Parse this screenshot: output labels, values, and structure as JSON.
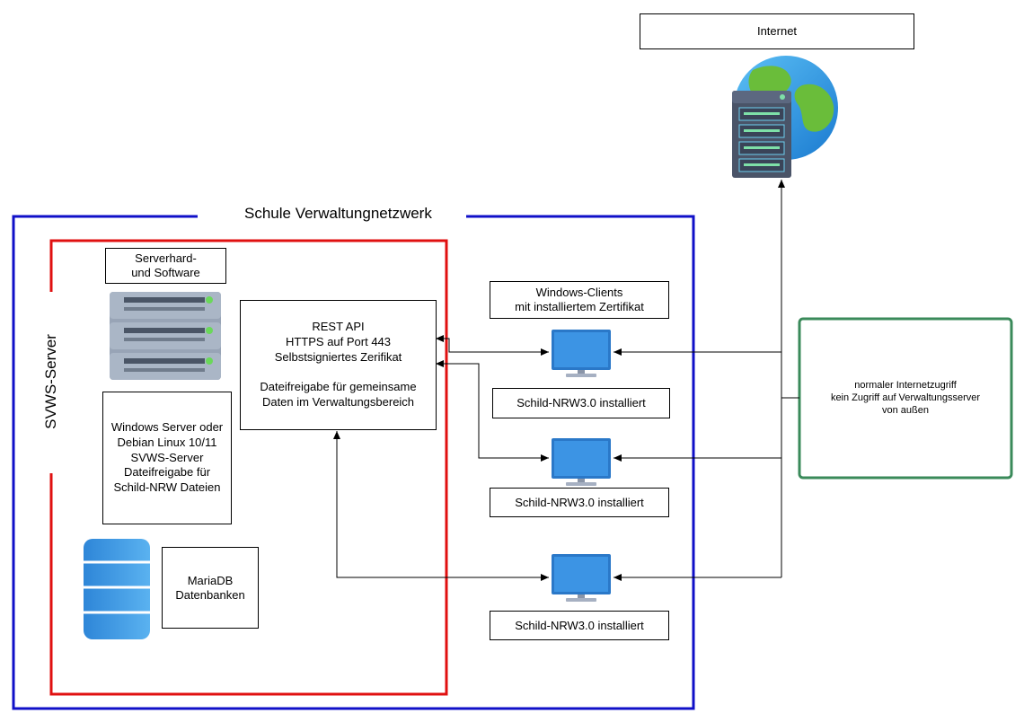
{
  "internet": {
    "label": "Internet"
  },
  "network": {
    "title": "Schule Verwaltungnetzwerk"
  },
  "server_group": {
    "title": "SVWS-Server"
  },
  "server_hardware": {
    "label": "Serverhard-\nund Software"
  },
  "server_os": {
    "label": "Windows Server oder\nDebian Linux 10/11\nSVWS-Server\nDateifreigabe für\nSchild-NRW Dateien"
  },
  "database": {
    "label": "MariaDB\nDatenbanken"
  },
  "api": {
    "label": "REST API\nHTTPS auf Port 443\nSelbstsigniertes Zerifikat\n\nDateifreigabe für gemeinsame\nDaten im Verwaltungsbereich"
  },
  "clients_header": {
    "label": "Windows-Clients\nmit installiertem Zertifikat"
  },
  "clients": [
    {
      "label": "Schild-NRW3.0 installiert"
    },
    {
      "label": "Schild-NRW3.0 installiert"
    },
    {
      "label": "Schild-NRW3.0 installiert"
    }
  ],
  "internet_note": {
    "label": "normaler Internetzugriff\nkein Zugriff auf Verwaltungsserver\nvon außen"
  },
  "colors": {
    "network_border": "#1010c8",
    "server_border": "#e01010",
    "note_border": "#3a8a5a"
  }
}
